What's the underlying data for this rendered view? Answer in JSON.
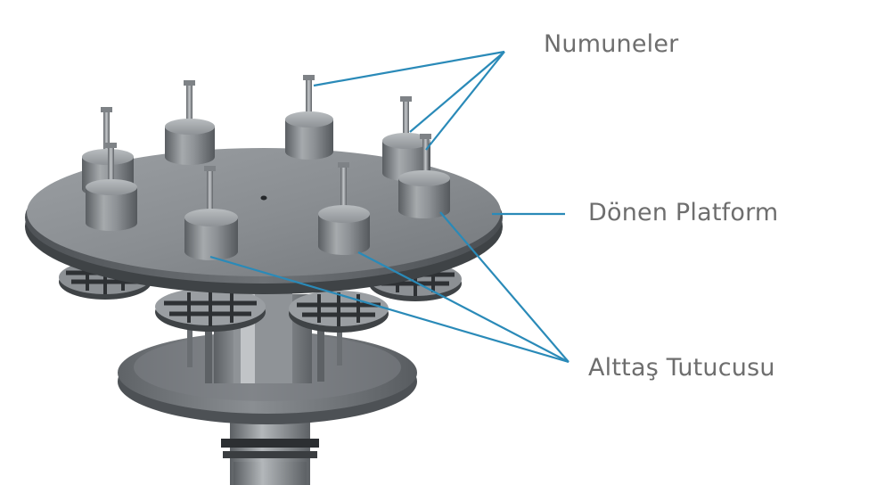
{
  "callouts": {
    "samples": "Numuneler",
    "platform": "Dönen Platform",
    "holder": "Alttaş Tutucusu"
  },
  "colors": {
    "leader_line": "#2a8ab8",
    "label_text": "#6e6e6e",
    "metal_light": "#a9adb0",
    "metal_mid": "#7d8286",
    "metal_dark": "#4b4f53"
  }
}
